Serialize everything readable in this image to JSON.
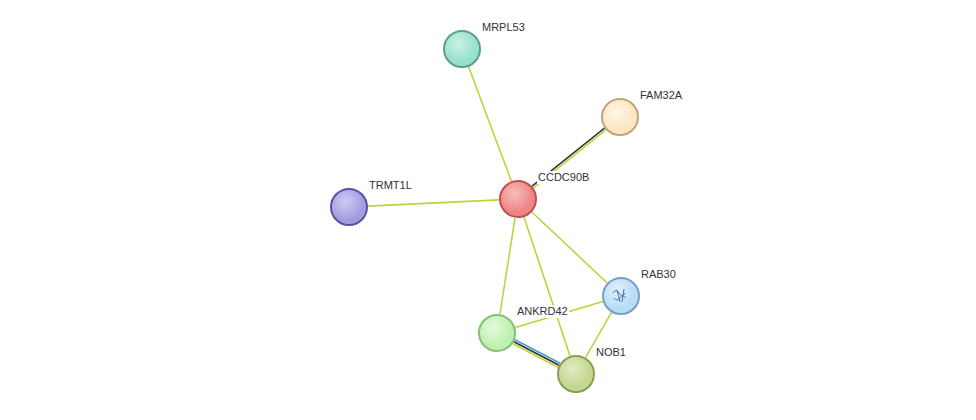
{
  "diagram": {
    "nodes": [
      {
        "text": [
          "MRPL53"
        ]
      },
      {
        "text": [
          "FAM32A"
        ]
      },
      {
        "text": [
          "CCDC90B"
        ]
      },
      {
        "text": [
          "TRMT1L"
        ]
      },
      {
        "text": [
          "RAB30"
        ]
      },
      {
        "text": [
          "ANKRD42"
        ]
      },
      {
        "text": [
          "NOB1"
        ]
      }
    ],
    "edges": [
      {
        "from": 2,
        "to": 0,
        "arrow": "none"
      },
      {
        "from": 2,
        "to": 1,
        "arrow": "none"
      },
      {
        "from": 2,
        "to": 3,
        "arrow": "none"
      },
      {
        "from": 2,
        "to": 4,
        "arrow": "none"
      },
      {
        "from": 2,
        "to": 5,
        "arrow": "none"
      },
      {
        "from": 2,
        "to": 6,
        "arrow": "none"
      },
      {
        "from": 5,
        "to": 4,
        "arrow": "none"
      },
      {
        "from": 4,
        "to": 6,
        "arrow": "none"
      },
      {
        "from": 5,
        "to": 6,
        "arrow": "none"
      }
    ]
  }
}
